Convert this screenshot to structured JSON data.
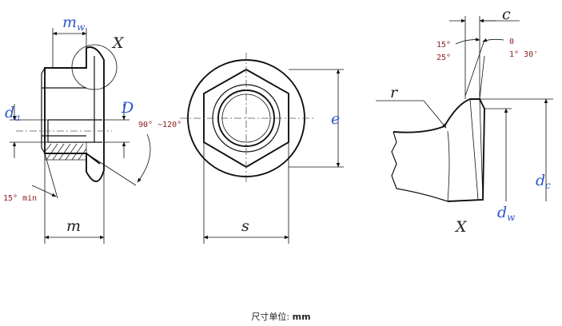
{
  "labels": {
    "mw": "m",
    "mw_sub": "w",
    "x_top": "X",
    "x_bottom": "X",
    "da": "d",
    "da_sub": "a",
    "D": "D",
    "m": "m",
    "s": "s",
    "e": "e",
    "c": "c",
    "r": "r",
    "dc": "d",
    "dc_sub": "c",
    "dw": "d",
    "dw_sub": "w"
  },
  "angles": {
    "flank": "90° ~120°",
    "min15": "15° min",
    "upper_15": "15°",
    "upper_25": "25°",
    "zero": "0",
    "one_thirty": "1° 30'"
  },
  "caption": {
    "prefix": "尺寸单位: ",
    "unit": "mm"
  },
  "colors": {
    "label_blue": "#2f55c8",
    "label_red": "#8b1a1a",
    "outline": "#111111"
  }
}
